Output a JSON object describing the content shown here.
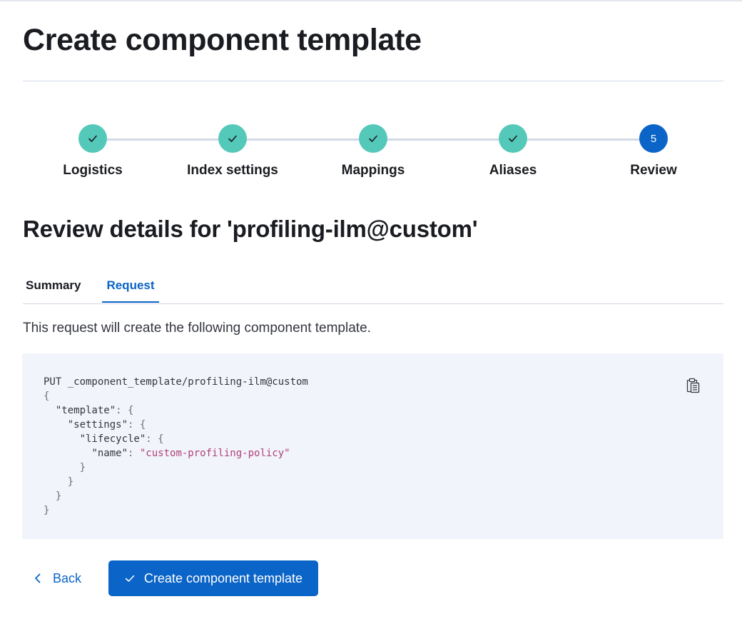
{
  "page": {
    "title": "Create component template"
  },
  "stepper": {
    "steps": [
      {
        "label": "Logistics",
        "status": "complete",
        "icon": "check-icon"
      },
      {
        "label": "Index settings",
        "status": "complete",
        "icon": "check-icon"
      },
      {
        "label": "Mappings",
        "status": "complete",
        "icon": "check-icon"
      },
      {
        "label": "Aliases",
        "status": "complete",
        "icon": "check-icon"
      },
      {
        "label": "Review",
        "status": "current",
        "number": "5"
      }
    ]
  },
  "review": {
    "title": "Review details for 'profiling-ilm@custom'",
    "tabs": [
      {
        "label": "Summary",
        "selected": false
      },
      {
        "label": "Request",
        "selected": true
      }
    ],
    "description": "This request will create the following component template.",
    "request": {
      "method_line": "PUT _component_template/profiling-ilm@custom",
      "template_key": "\"template\"",
      "settings_key": "\"settings\"",
      "lifecycle_key": "\"lifecycle\"",
      "name_key": "\"name\"",
      "name_value": "\"custom-profiling-policy\""
    },
    "copy_icon": "clipboard-icon"
  },
  "footer": {
    "back_label": "Back",
    "back_icon": "chevron-left-icon",
    "create_label": "Create component template",
    "create_icon": "check-icon"
  },
  "colors": {
    "primary": "#0b64c7",
    "step_complete": "#54c8b9",
    "code_background": "#f1f4fa",
    "code_string": "#b0417b"
  }
}
